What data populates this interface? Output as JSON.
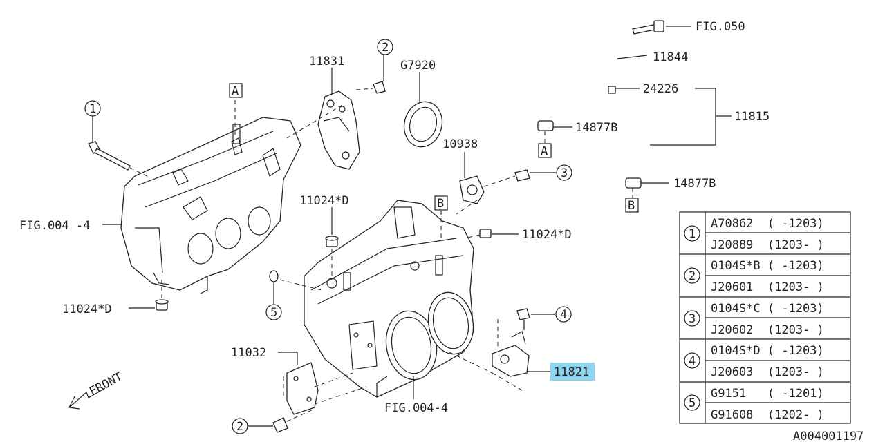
{
  "callouts": {
    "fig050": "FIG.050",
    "p11844": "11844",
    "p24226": "24226",
    "p11815": "11815",
    "p14877b_1": "14877B",
    "p14877b_2": "14877B",
    "p11831": "11831",
    "pG7920": "G7920",
    "p10938": "10938",
    "fig004_left": "FIG.004 -4",
    "p11024d_top": "11024*D",
    "p11024d_right": "11024*D",
    "p11024d_left": "11024*D",
    "p11032": "11032",
    "p11821": "11821",
    "fig004_bottom": "FIG.004-4",
    "front": "FRONT",
    "ref_a1": "A",
    "ref_a2": "A",
    "ref_b1": "B",
    "ref_b2": "B",
    "c1": "1",
    "c2_top": "2",
    "c2_bottom": "2",
    "c3": "3",
    "c4": "4",
    "c5": "5",
    "code": "A004001197"
  },
  "highlight_color": "#8fd3ef",
  "table": [
    {
      "num": "1",
      "rows": [
        "A70862  ( -1203)",
        "J20889  (1203- )"
      ]
    },
    {
      "num": "2",
      "rows": [
        "0104S*B ( -1203)",
        "J20601  (1203- )"
      ]
    },
    {
      "num": "3",
      "rows": [
        "0104S*C ( -1203)",
        "J20602  (1203- )"
      ]
    },
    {
      "num": "4",
      "rows": [
        "0104S*D ( -1203)",
        "J20603  (1203- )"
      ]
    },
    {
      "num": "5",
      "rows": [
        "G9151   ( -1201)",
        "G91608  (1202- )"
      ]
    }
  ]
}
